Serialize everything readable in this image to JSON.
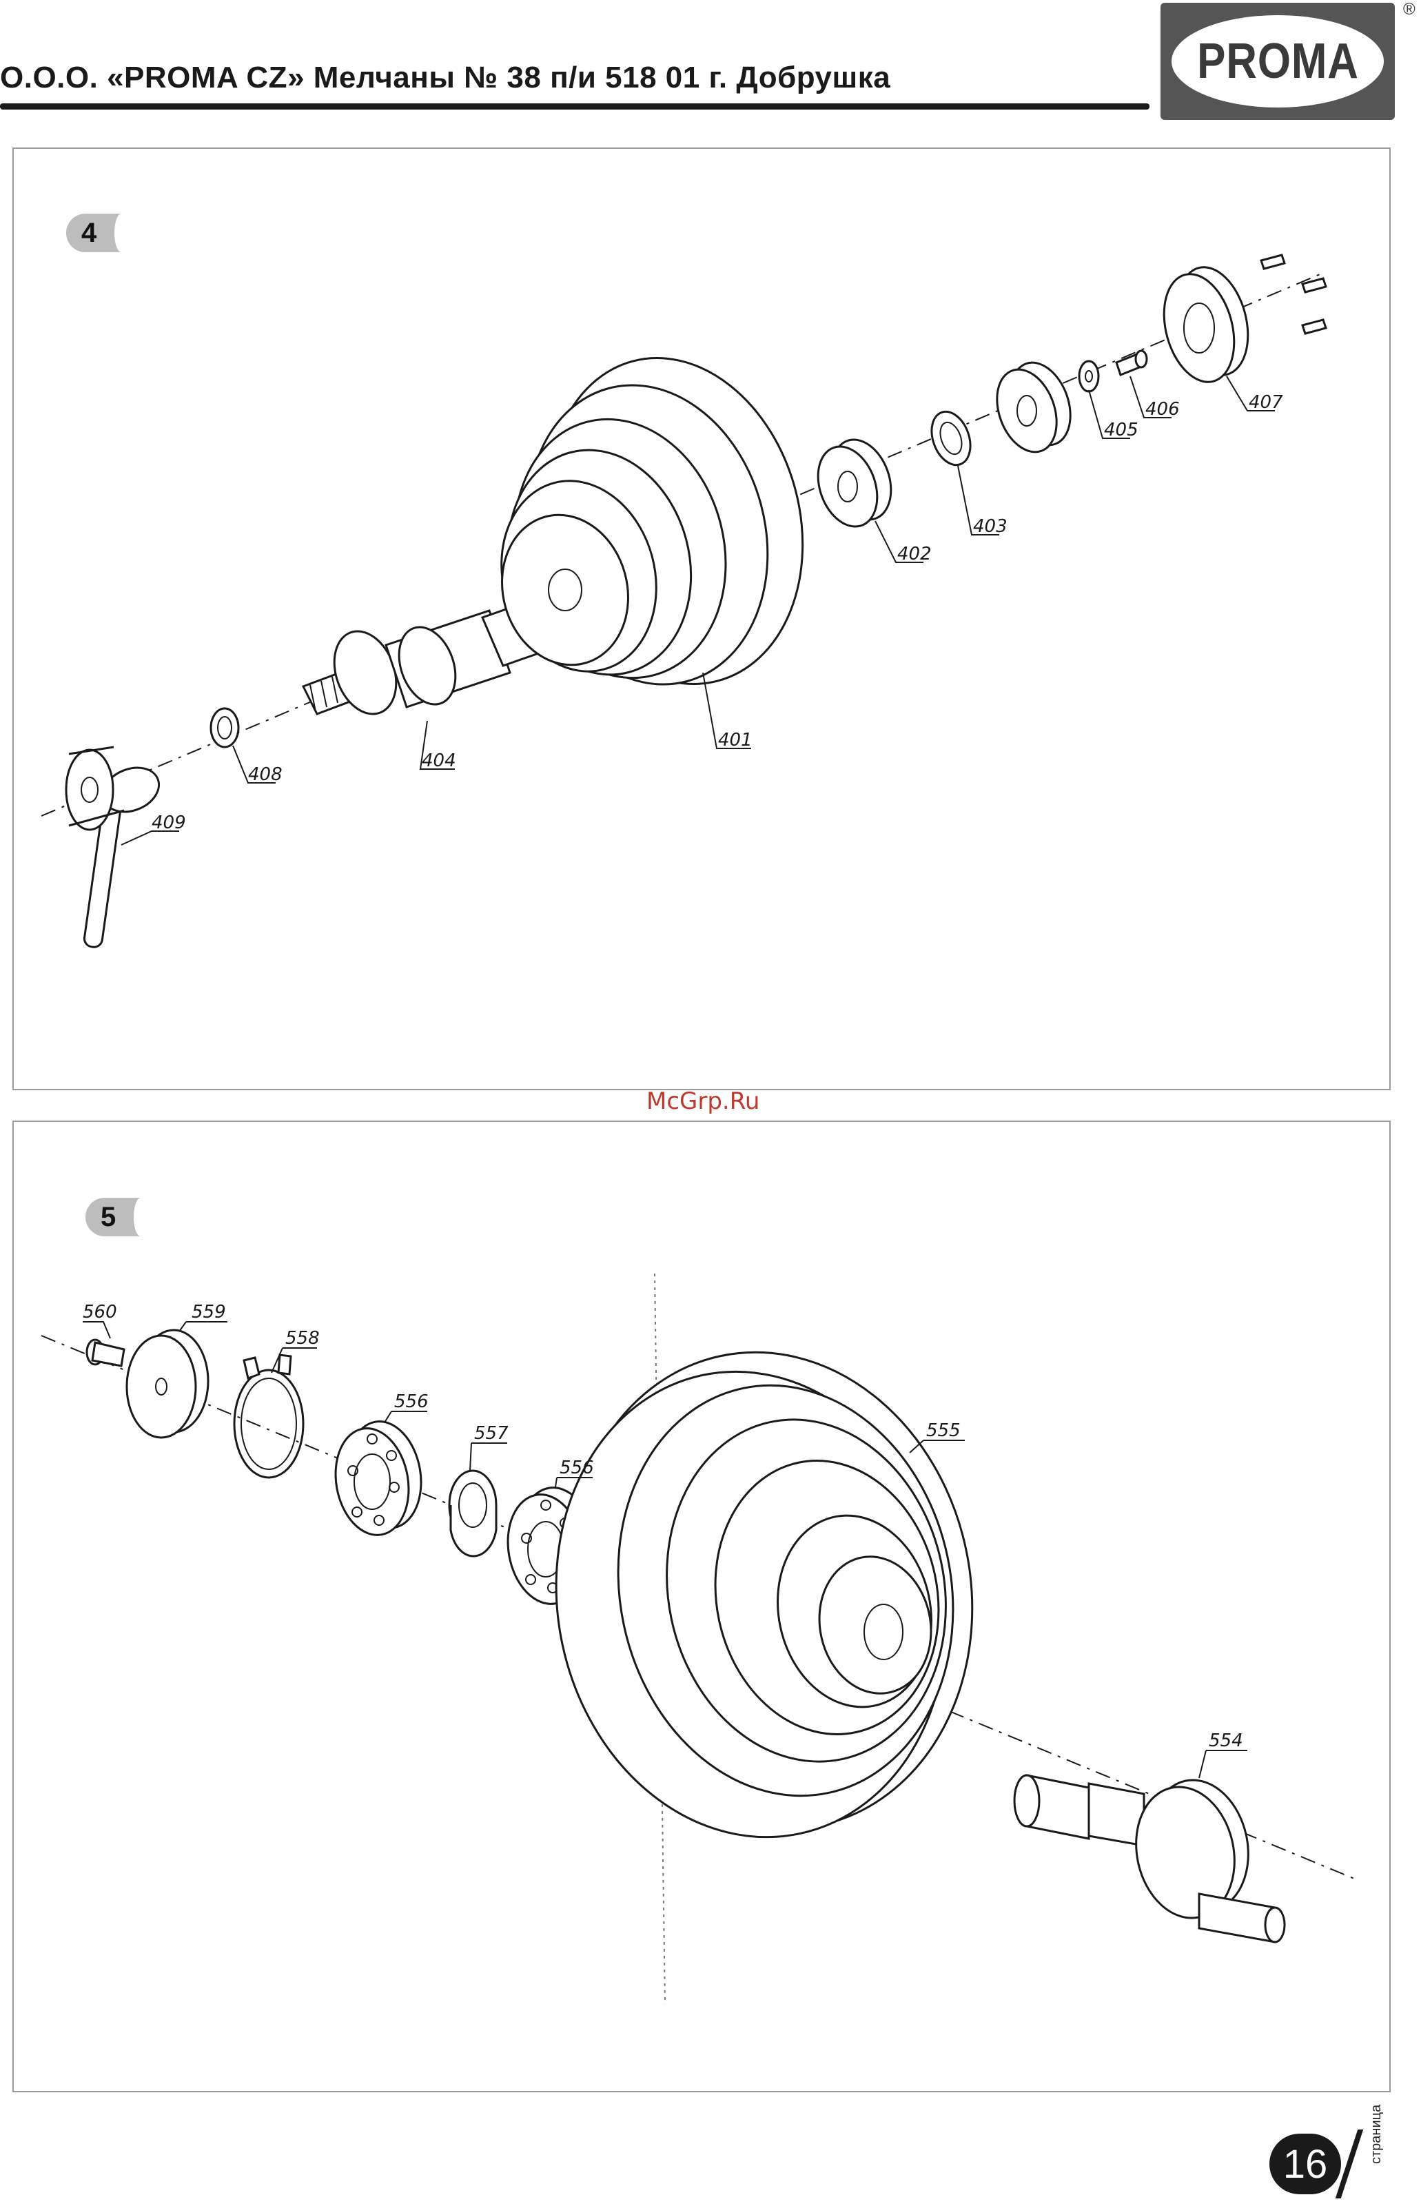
{
  "header": {
    "title": "О.О.О. «PROMA CZ» Мелчаны № 38 п/и 518 01 г. Добрушка",
    "logo_text": "PROMA",
    "registered_mark": "®"
  },
  "figure_1": {
    "badge": "4",
    "part_labels": [
      "409",
      "408",
      "404",
      "401",
      "402",
      "403",
      "405",
      "406",
      "407"
    ]
  },
  "figure_2": {
    "badge": "5",
    "part_labels": [
      "560",
      "559",
      "558",
      "556",
      "557",
      "556",
      "555",
      "554"
    ]
  },
  "watermark": "McGrp.Ru",
  "footer": {
    "page_number": "16",
    "page_word": "страница"
  }
}
